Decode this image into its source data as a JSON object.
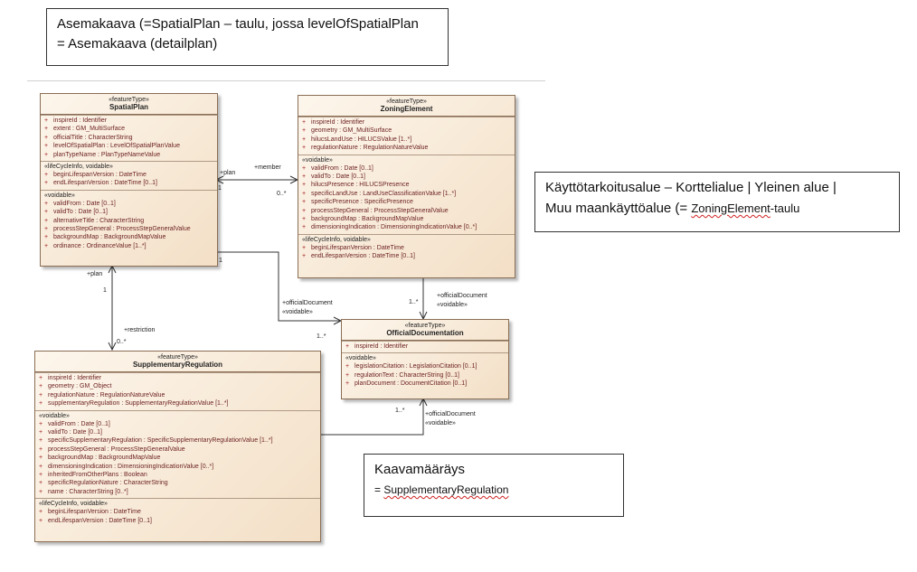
{
  "notes": {
    "top_line1": "Asemakaava (=SpatialPlan – taulu, jossa levelOfSpatialPlan",
    "top_line2": "= Asemakaava (detailplan)",
    "right_line1": "Käyttötarkoitusalue – Korttelialue | Yleinen alue |",
    "right_line2_a": "Muu maankäyttöalue (= ",
    "right_line2_b": "ZoningElement",
    "right_line2_c": "-taulu",
    "bottom_line1": "Kaavamääräys",
    "bottom_line2_a": "= ",
    "bottom_line2_b": "SupplementaryRegulation"
  },
  "classes": {
    "spatial_plan": {
      "stereotype": "«featureType»",
      "name": "SpatialPlan",
      "attrs": [
        "inspireId : Identifier",
        "extent : GM_MultiSurface",
        "officialTitle : CharacterString",
        "levelOfSpatialPlan : LevelOfSpatialPlanValue",
        "planTypeName : PlanTypeNameValue"
      ],
      "lifecycle_header": "«lifeCycleInfo, voidable»",
      "lifecycle": [
        "beginLifespanVersion : DateTime",
        "endLifespanVersion : DateTime [0..1]"
      ],
      "voidable_header": "«voidable»",
      "voidable": [
        "validFrom : Date [0..1]",
        "validTo : Date [0..1]",
        "alternativeTitle : CharacterString",
        "processStepGeneral : ProcessStepGeneralValue",
        "backgroundMap : BackgroundMapValue",
        "ordinance : OrdinanceValue [1..*]"
      ]
    },
    "zoning_element": {
      "stereotype": "«featureType»",
      "name": "ZoningElement",
      "attrs": [
        "inspireId : Identifier",
        "geometry : GM_MultiSurface",
        "hilucsLandUse : HILUCSValue [1..*]",
        "regulationNature : RegulationNatureValue"
      ],
      "voidable_header": "«voidable»",
      "voidable": [
        "validFrom : Date [0..1]",
        "validTo : Date [0..1]",
        "hilucsPresence : HILUCSPresence",
        "specificLandUse : LandUseClassificationValue [1..*]",
        "specificPresence : SpecificPresence",
        "processStepGeneral : ProcessStepGeneralValue",
        "backgroundMap : BackgroundMapValue",
        "dimensioningIndication : DimensioningIndicationValue [0..*]"
      ],
      "lifecycle_header": "«lifeCycleInfo, voidable»",
      "lifecycle": [
        "beginLifespanVersion : DateTime",
        "endLifespanVersion : DateTime [0..1]"
      ]
    },
    "official_documentation": {
      "stereotype": "«featureType»",
      "name": "OfficialDocumentation",
      "attrs": [
        "inspireId : Identifier"
      ],
      "voidable_header": "«voidable»",
      "voidable": [
        "legislationCitation : LegislationCitation [0..1]",
        "regulationText : CharacterString [0..1]",
        "planDocument : DocumentCitation [0..1]"
      ]
    },
    "supplementary_regulation": {
      "stereotype": "«featureType»",
      "name": "SupplementaryRegulation",
      "attrs": [
        "inspireId : Identifier",
        "geometry : GM_Object",
        "regulationNature : RegulationNatureValue",
        "supplementaryRegulation : SupplementaryRegulationValue [1..*]"
      ],
      "voidable_header": "«voidable»",
      "voidable": [
        "validFrom : Date [0..1]",
        "validTo : Date [0..1]",
        "specificSupplementaryRegulation : SpecificSupplementaryRegulationValue [1..*]",
        "processStepGeneral : ProcessStepGeneralValue",
        "backgroundMap : BackgroundMapValue",
        "dimensioningIndication : DimensioningIndicationValue [0..*]",
        "inheritedFromOtherPlans : Boolean",
        "specificRegulationNature : CharacterString",
        "name : CharacterString [0..*]"
      ],
      "lifecycle_header": "«lifeCycleInfo, voidable»",
      "lifecycle": [
        "beginLifespanVersion : DateTime",
        "endLifespanVersion : DateTime [0..1]"
      ]
    }
  },
  "labels": {
    "plus": "+",
    "plan_role": "+plan",
    "member_role": "+member",
    "mult_one": "1",
    "mult_zero_many": "0..*",
    "mult_one_many": "1..*",
    "plan_role_2": "+plan",
    "restriction_role": "+restriction",
    "official_doc_role": "+officialDocument",
    "voidable": "«voidable»"
  }
}
